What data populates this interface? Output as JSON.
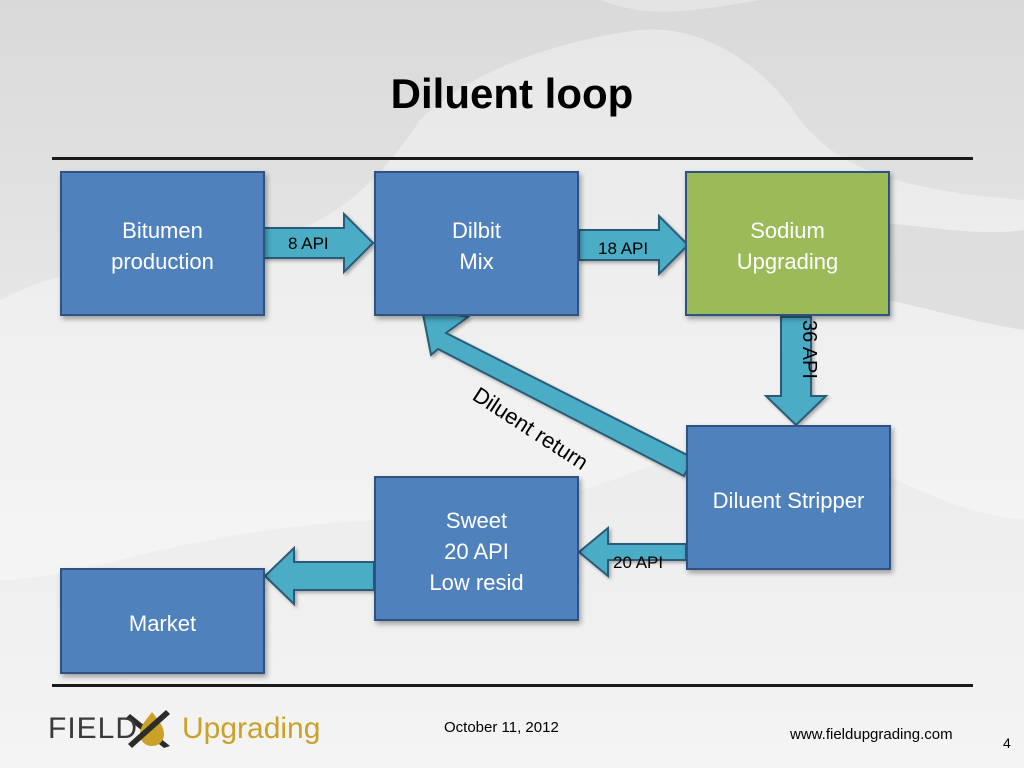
{
  "title": "Diluent loop",
  "colors": {
    "box_blue": "#4f81bd",
    "box_green": "#9bbb59",
    "arrow_fill": "#4bacc6",
    "arrow_stroke": "#2a5b78"
  },
  "nodes": {
    "bitumen": {
      "line1": "Bitumen",
      "line2": "production"
    },
    "dilbit": {
      "line1": "Dilbit",
      "line2": "Mix"
    },
    "sodium": {
      "line1": "Sodium",
      "line2": "Upgrading"
    },
    "stripper": {
      "line1": "Diluent Stripper"
    },
    "sweet": {
      "line1": "Sweet",
      "line2": "20 API",
      "line3": "Low resid"
    },
    "market": {
      "line1": "Market"
    }
  },
  "edges": {
    "bitumen_to_dilbit": "8 API",
    "dilbit_to_sodium": "18 API",
    "sodium_to_stripper": "36 API",
    "stripper_to_dilbit": "Diluent return",
    "stripper_to_sweet": "20 API"
  },
  "footer": {
    "logo_field": "FIELD",
    "logo_upgrading": "Upgrading",
    "date": "October 11, 2012",
    "url": "www.fieldupgrading.com",
    "page": "4"
  }
}
